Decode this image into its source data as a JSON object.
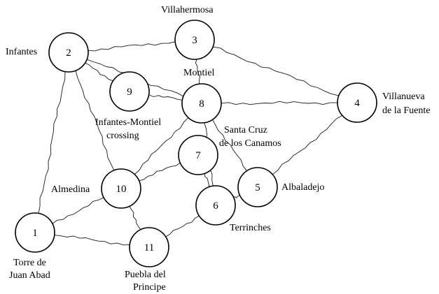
{
  "nodes": [
    {
      "id": "1",
      "number": "1"
    },
    {
      "id": "2",
      "number": "2"
    },
    {
      "id": "3",
      "number": "3"
    },
    {
      "id": "4",
      "number": "4"
    },
    {
      "id": "5",
      "number": "5"
    },
    {
      "id": "6",
      "number": "6"
    },
    {
      "id": "7",
      "number": "7"
    },
    {
      "id": "8",
      "number": "8"
    },
    {
      "id": "9",
      "number": "9"
    },
    {
      "id": "10",
      "number": "10"
    },
    {
      "id": "11",
      "number": "11"
    }
  ],
  "labels": {
    "villahermosa": "Villahermosa",
    "infantes": "Infantes",
    "montiel": "Montiel",
    "villanueva_1": "Villanueva",
    "villanueva_2": "de la Fuente",
    "crossing_1": "Infantes-Montiel",
    "crossing_2": "crossing",
    "santa_cruz_1": "Santa Cruz",
    "santa_cruz_2": "de los Canamos",
    "almedina": "Almedina",
    "albaladejo": "Albaladejo",
    "terrinches": "Terrinches",
    "torre_1": "Torre de",
    "torre_2": "Juan Abad",
    "puebla_1": "Puebla del",
    "puebla_2": "Principe"
  },
  "edges": [
    [
      "2",
      "3"
    ],
    [
      "2",
      "9"
    ],
    [
      "2",
      "8"
    ],
    [
      "2",
      "10"
    ],
    [
      "2",
      "1"
    ],
    [
      "3",
      "8"
    ],
    [
      "3",
      "4"
    ],
    [
      "9",
      "8"
    ],
    [
      "8",
      "4"
    ],
    [
      "8",
      "10"
    ],
    [
      "8",
      "5"
    ],
    [
      "8",
      "6"
    ],
    [
      "4",
      "5"
    ],
    [
      "7",
      "10"
    ],
    [
      "7",
      "6"
    ],
    [
      "6",
      "5"
    ],
    [
      "6",
      "11"
    ],
    [
      "10",
      "1"
    ],
    [
      "10",
      "11"
    ],
    [
      "1",
      "11"
    ]
  ]
}
